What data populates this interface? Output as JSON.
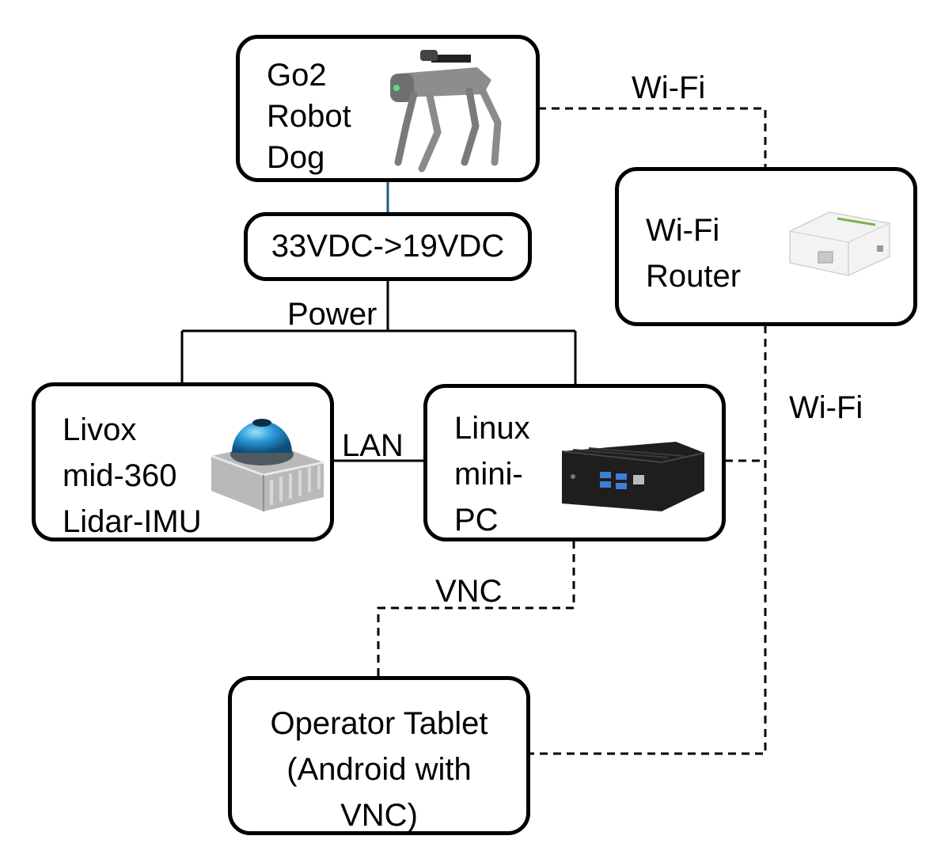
{
  "nodes": {
    "robot": {
      "lines": [
        "Go2",
        "Robot",
        "Dog"
      ],
      "image_icon": "robot-dog-icon"
    },
    "converter": {
      "label": "33VDC->19VDC"
    },
    "router": {
      "lines": [
        "Wi-Fi",
        "Router"
      ],
      "image_icon": "router-icon"
    },
    "lidar": {
      "lines": [
        "Livox",
        "mid-360",
        "Lidar-IMU"
      ],
      "image_icon": "lidar-icon"
    },
    "minipc": {
      "lines": [
        "Linux",
        "mini-",
        "PC"
      ],
      "image_icon": "mini-pc-icon"
    },
    "tablet": {
      "lines": [
        "Operator Tablet",
        "(Android with",
        "VNC)"
      ]
    }
  },
  "edges": {
    "wifi_top": "Wi-Fi",
    "wifi_right": "Wi-Fi",
    "power": "Power",
    "lan": "LAN",
    "vnc": "VNC"
  },
  "colors": {
    "robot_link": "#1f5a85",
    "line": "#000000"
  }
}
